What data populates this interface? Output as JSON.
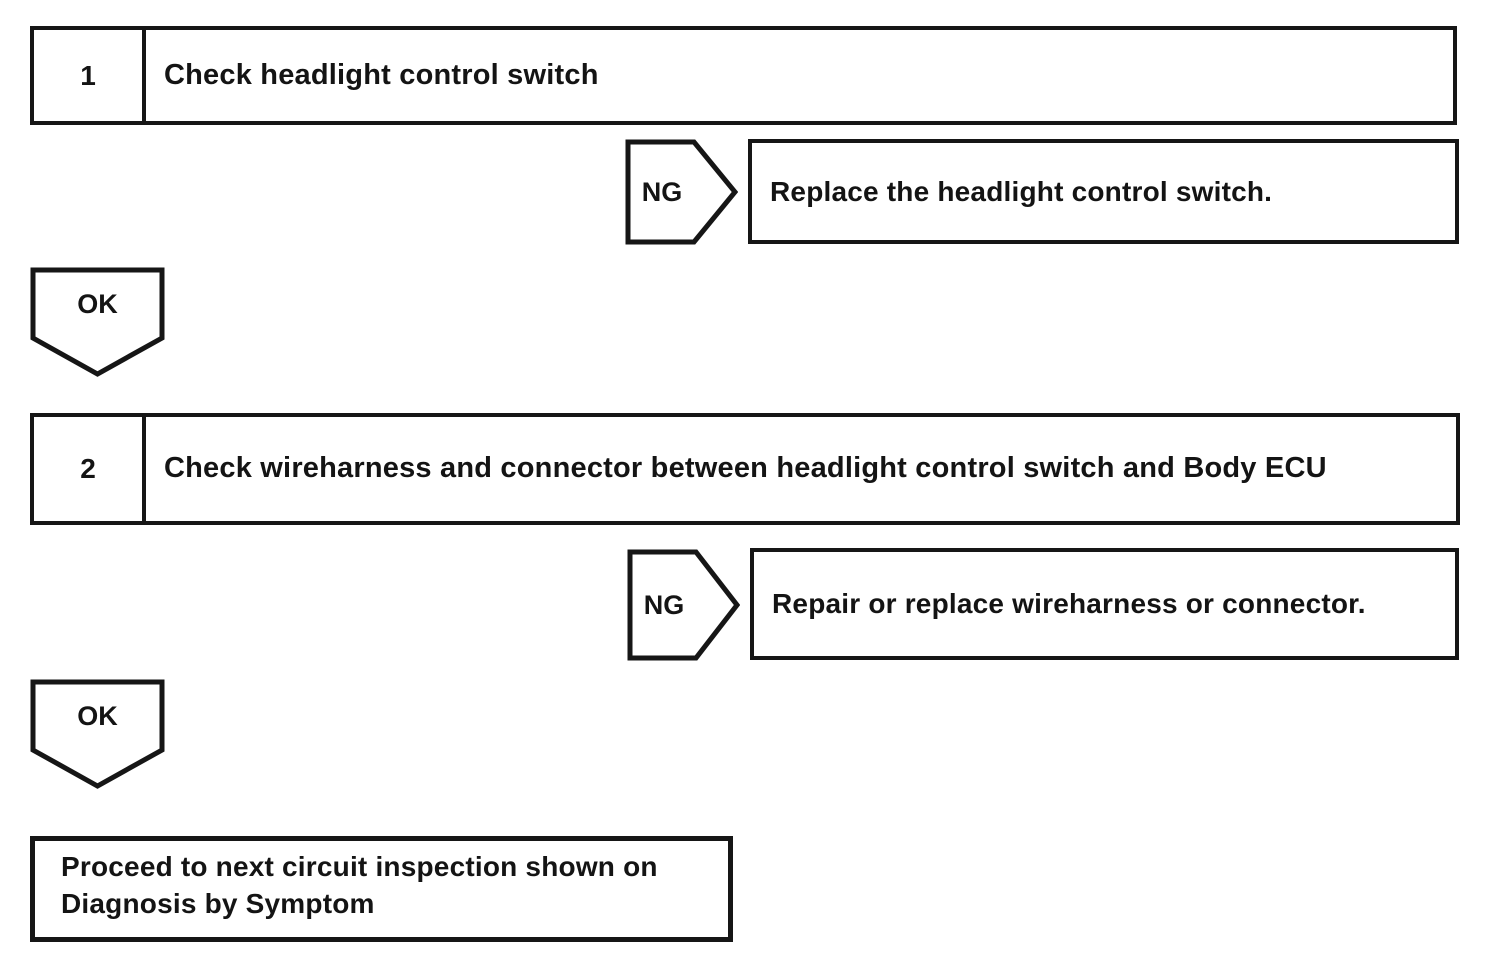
{
  "steps": [
    {
      "number": "1",
      "title": "Check headlight control switch",
      "ng_label": "NG",
      "ng_action": "Replace the headlight control switch.",
      "ok_label": "OK"
    },
    {
      "number": "2",
      "title": "Check wireharness and connector between headlight control switch and Body ECU",
      "ng_label": "NG",
      "ng_action": "Repair or replace wireharness or connector.",
      "ok_label": "OK"
    }
  ],
  "final_action": "Proceed to next circuit inspection shown on Diagnosis by Symptom",
  "colors": {
    "line": "#161616",
    "background": "#ffffff"
  }
}
